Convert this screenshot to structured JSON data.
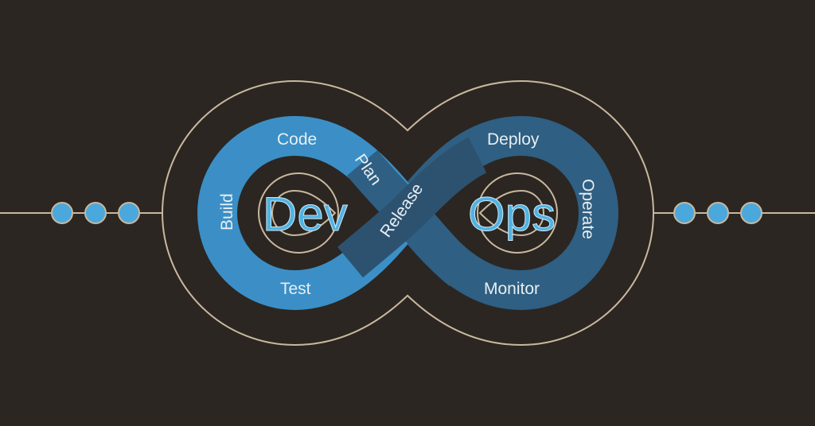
{
  "title_left": "Dev",
  "title_right": "Ops",
  "stages": {
    "code": "Code",
    "plan": "Plan",
    "build": "Build",
    "test": "Test",
    "release": "Release",
    "deploy": "Deploy",
    "operate": "Operate",
    "monitor": "Monitor"
  },
  "colors": {
    "background": "#2b2622",
    "dev_band": "#3b8fc6",
    "ops_band": "#2f5f82",
    "outline": "#c9b89e",
    "dots": "#4aa8dc"
  }
}
